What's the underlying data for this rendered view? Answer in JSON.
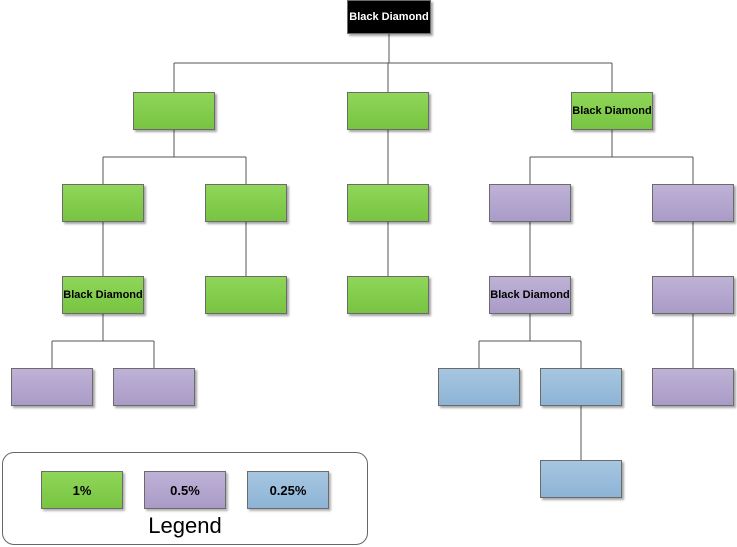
{
  "colors": {
    "black": "#000000",
    "green_1pct": "#7dc94a",
    "purple_0_5pct": "#b2a5cd",
    "blue_0_25pct": "#95bbdb",
    "line": "#555555"
  },
  "nodes": [
    {
      "id": "root",
      "label": "Black Diamond",
      "color": "black",
      "parent": null
    },
    {
      "id": "l1-left",
      "label": "",
      "color": "green",
      "parent": "root"
    },
    {
      "id": "l1-mid",
      "label": "",
      "color": "green",
      "parent": "root"
    },
    {
      "id": "l1-right",
      "label": "Black Diamond",
      "color": "green",
      "parent": "root"
    },
    {
      "id": "l2-a",
      "label": "",
      "color": "green",
      "parent": "l1-left"
    },
    {
      "id": "l2-b",
      "label": "",
      "color": "green",
      "parent": "l1-left"
    },
    {
      "id": "l2-c",
      "label": "",
      "color": "green",
      "parent": "l1-mid"
    },
    {
      "id": "l2-d",
      "label": "",
      "color": "purple",
      "parent": "l1-right"
    },
    {
      "id": "l2-e",
      "label": "",
      "color": "purple",
      "parent": "l1-right"
    },
    {
      "id": "l3-a",
      "label": "Black Diamond",
      "color": "green",
      "parent": "l2-a"
    },
    {
      "id": "l3-b",
      "label": "",
      "color": "green",
      "parent": "l2-b"
    },
    {
      "id": "l3-c",
      "label": "",
      "color": "green",
      "parent": "l2-c"
    },
    {
      "id": "l3-d",
      "label": "Black Diamond",
      "color": "purple",
      "parent": "l2-d"
    },
    {
      "id": "l3-e",
      "label": "",
      "color": "purple",
      "parent": "l2-e"
    },
    {
      "id": "l4-a",
      "label": "",
      "color": "purple",
      "parent": "l3-a"
    },
    {
      "id": "l4-b",
      "label": "",
      "color": "purple",
      "parent": "l3-a"
    },
    {
      "id": "l4-c",
      "label": "",
      "color": "blue",
      "parent": "l3-d"
    },
    {
      "id": "l4-d",
      "label": "",
      "color": "blue",
      "parent": "l3-d"
    },
    {
      "id": "l4-e",
      "label": "",
      "color": "purple",
      "parent": "l3-e"
    },
    {
      "id": "l5-a",
      "label": "",
      "color": "blue",
      "parent": "l4-d"
    }
  ],
  "legend": {
    "title": "Legend",
    "items": [
      {
        "label": "1%",
        "color": "green"
      },
      {
        "label": "0.5%",
        "color": "purple"
      },
      {
        "label": "0.25%",
        "color": "blue"
      }
    ]
  }
}
